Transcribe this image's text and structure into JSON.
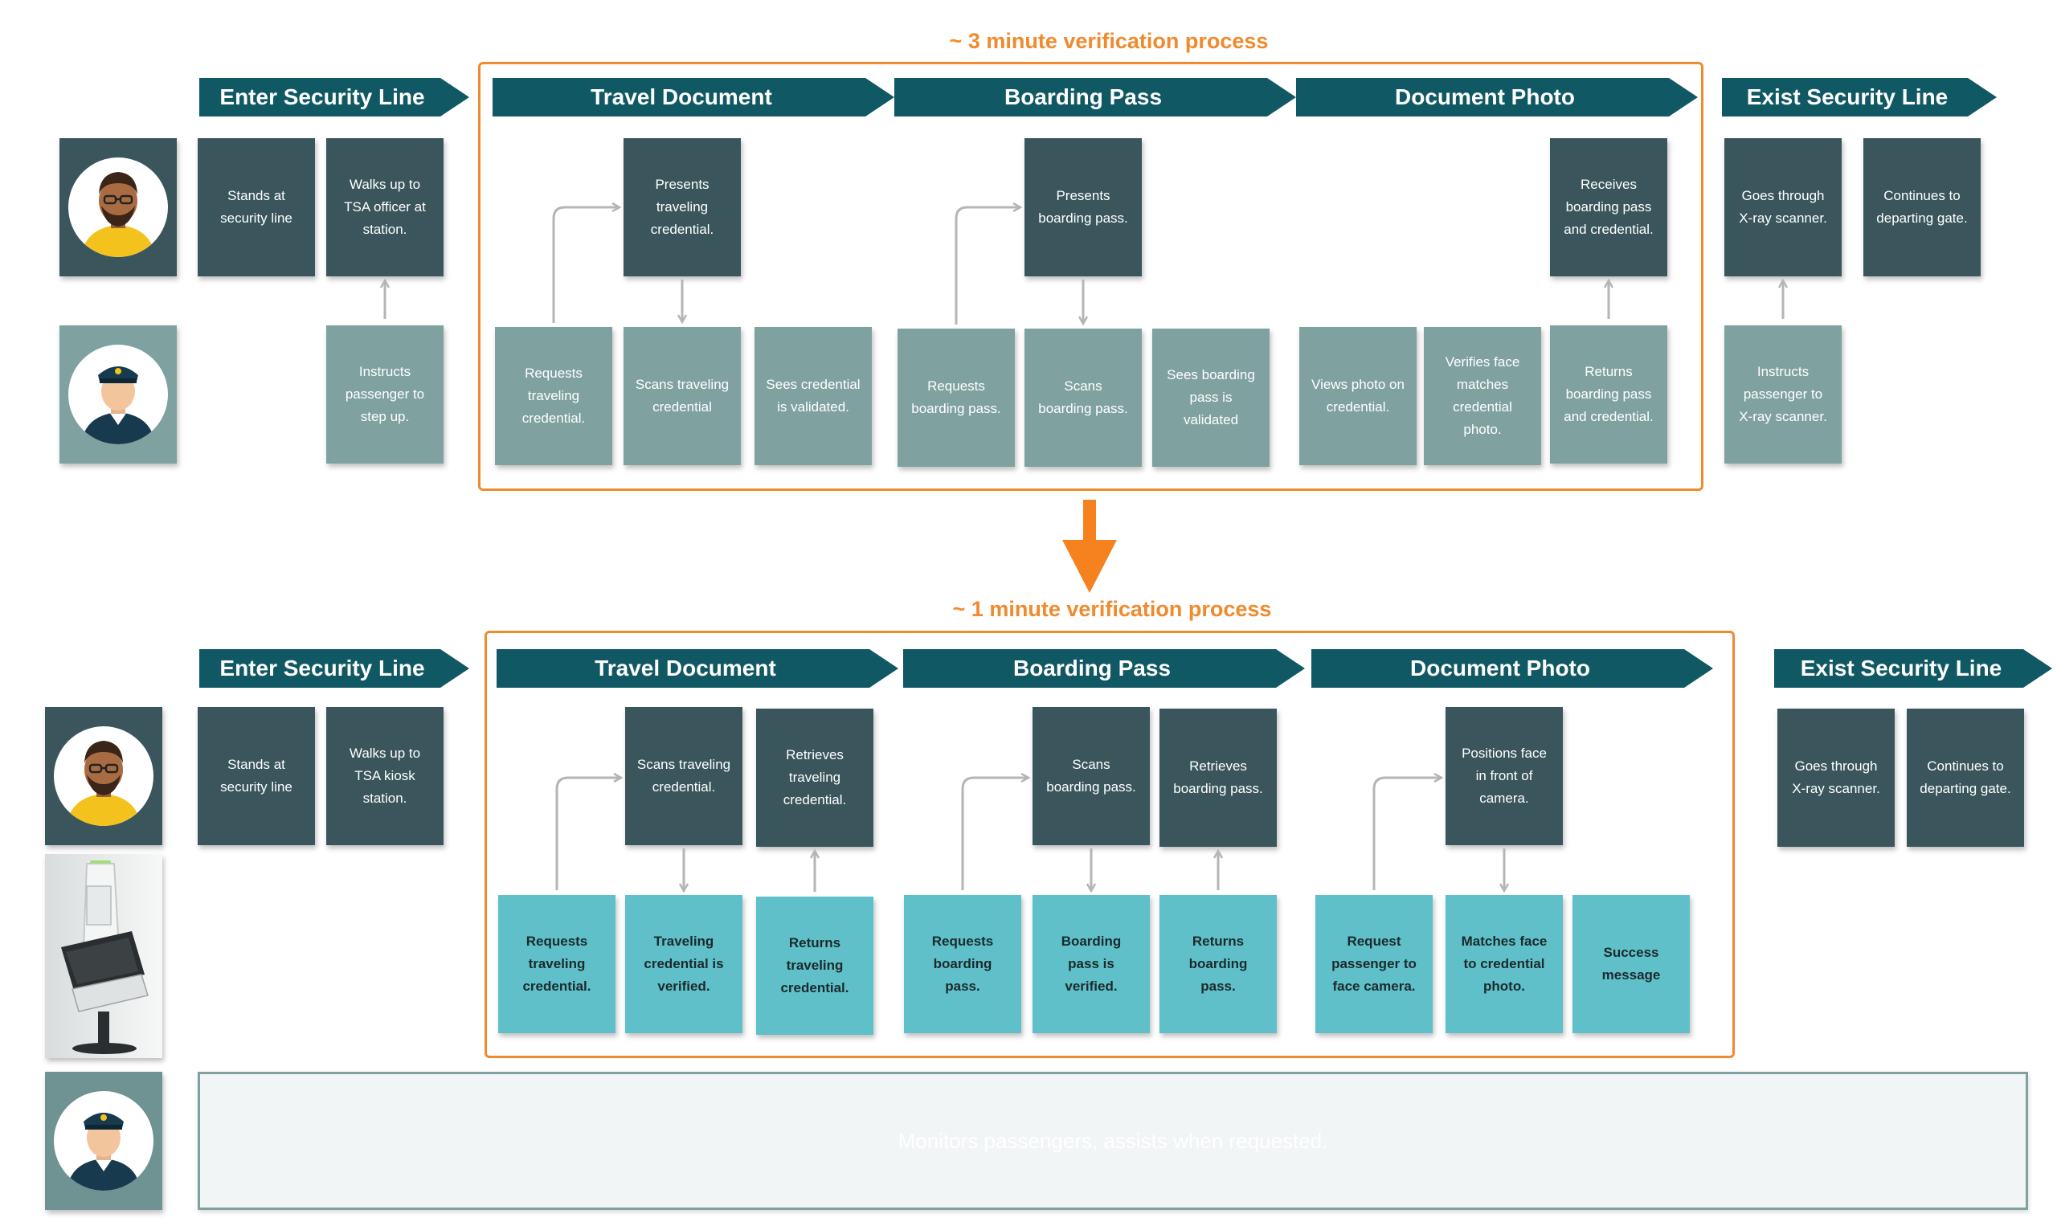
{
  "colors": {
    "dark_box": "#3a565c",
    "grey_box": "#7fa2a1",
    "cyan_box": "#5fc0c9",
    "phase_header": "#105864",
    "highlight_orange": "#f08a2c",
    "connector_grey": "#b5b5b5"
  },
  "icons": {
    "passenger": "passenger-avatar-icon",
    "officer": "tsa-officer-avatar-icon",
    "kiosk": "kiosk-machine-icon",
    "down_arrow": "orange-down-arrow-icon"
  },
  "current": {
    "title": "~ 3 minute verification process",
    "phases": [
      "Enter Security Line",
      "Travel Document",
      "Boarding Pass",
      "Document Photo",
      "Exist Security Line"
    ],
    "passenger": [
      "Stands at security line",
      "Walks up to TSA officer at station.",
      "Presents traveling credential.",
      "Presents boarding pass.",
      "Receives boarding pass and credential.",
      "Goes through X-ray scanner.",
      "Continues to departing gate."
    ],
    "officer": [
      "Instructs passenger to step up.",
      "Requests traveling credential.",
      "Scans traveling credential",
      "Sees credential is validated.",
      "Requests boarding pass.",
      "Scans boarding pass.",
      "Sees boarding pass is validated",
      "Views photo on credential.",
      "Verifies face matches credential photo.",
      "Returns boarding pass and credential.",
      "Instructs passenger to X-ray scanner."
    ]
  },
  "future": {
    "title": "~ 1 minute verification process",
    "phases": [
      "Enter Security Line",
      "Travel Document",
      "Boarding Pass",
      "Document Photo",
      "Exist Security Line"
    ],
    "passenger": [
      "Stands at security line",
      "Walks up to TSA kiosk station.",
      "Scans traveling credential.",
      "Retrieves traveling credential.",
      "Scans boarding pass.",
      "Retrieves boarding pass.",
      "Positions face in front of camera.",
      "Goes through X-ray scanner.",
      "Continues to departing gate."
    ],
    "kiosk": [
      "Requests traveling credential.",
      "Traveling credential is verified.",
      "Returns traveling credential.",
      "Requests boarding pass.",
      "Boarding pass is verified.",
      "Returns boarding pass.",
      "Request passenger to face camera.",
      "Matches face to credential photo.",
      "Success message"
    ],
    "officer": "Monitors passengers, assists when requested."
  }
}
